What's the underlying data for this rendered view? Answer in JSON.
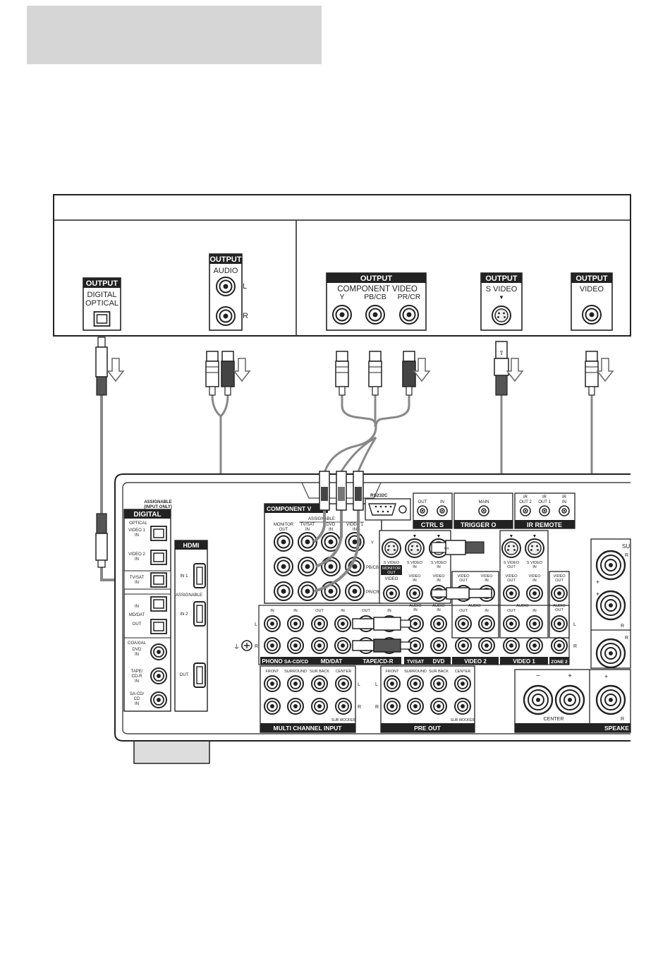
{
  "source_device": {
    "panel_a": {
      "digital_output": {
        "header": "OUTPUT",
        "line1": "DIGITAL",
        "line2": "OPTICAL"
      },
      "audio_output": {
        "header": "OUTPUT",
        "line1": "AUDIO",
        "left": "L",
        "right": "R"
      }
    },
    "panel_b": {
      "component_output": {
        "header": "OUTPUT",
        "line1": "COMPONENT VIDEO",
        "y": "Y",
        "pb": "PB/CB",
        "pr": "PR/CR"
      },
      "svideo_output": {
        "header": "OUTPUT",
        "line1": "S VIDEO",
        "arrow": "▼"
      },
      "video_output": {
        "header": "OUTPUT",
        "line1": "VIDEO"
      }
    }
  },
  "receiver": {
    "digital": {
      "assignable": "ASSIGNABLE",
      "input_only": "(INPUT ONLY)",
      "title": "DIGITAL",
      "optical": "OPTICAL",
      "video1_in": [
        "VIDEO 1",
        "IN"
      ],
      "video2_in": [
        "VIDEO 2",
        "IN"
      ],
      "tvsat_in": [
        "TV/SAT",
        "IN"
      ],
      "mddat_in": "IN",
      "mddat": "MD/DAT",
      "mddat_out": "OUT",
      "coaxial": "COAXIAL",
      "dvd_in": [
        "DVD",
        "IN"
      ],
      "tape_in": [
        "TAPE/",
        "CD-R",
        "IN"
      ],
      "sacd_in": [
        "SA-CD/",
        "CD",
        "IN"
      ]
    },
    "hdmi": {
      "title": "HDMI",
      "in1": "IN 1",
      "assignable": "ASSIGNABLE",
      "in2": "IN 2",
      "out": "OUT"
    },
    "component": {
      "title": "COMPONENT V",
      "assignable": "ASSIGNABLE",
      "monitor_out": [
        "MONITOR",
        "OUT"
      ],
      "tvsat_in": [
        "TV/SAT",
        "IN"
      ],
      "dvd_in": [
        "DVD",
        "IN"
      ],
      "video1_in": [
        "VIDEO 1",
        "IN"
      ],
      "y": "Y",
      "pb": "PB/CB",
      "pr": "PR/CR"
    },
    "rs232c": "RS232C",
    "ctrl_s": {
      "title": "CTRL S",
      "out": "OUT",
      "in": "IN"
    },
    "trigger": {
      "title": "TRIGGER O",
      "main": "MAIN"
    },
    "ir_remote": {
      "title": "IR REMOTE",
      "out2": [
        "IR",
        "OUT 2"
      ],
      "out1": [
        "IR",
        "OUT 1"
      ],
      "in": [
        "IR",
        "IN"
      ]
    },
    "audio_labels": {
      "l": "L",
      "r": "R",
      "in": "IN",
      "out": "OUT",
      "phono": "PHONO",
      "sacd": "SA-CD/CD",
      "mddat": "MD/DAT",
      "tape": "TAPE/CD-R",
      "tvsat": "TV/SAT",
      "dvd": "DVD",
      "video2": "VIDEO 2",
      "video1": "VIDEO 1",
      "zone2": "ZONE 2"
    },
    "video_labels": {
      "svideo": "S VIDEO",
      "monitor_out": [
        "MONITOR",
        "OUT"
      ],
      "video": "VIDEO",
      "in": "IN",
      "out": "OUT",
      "audio": "AUDIO",
      "video_out": [
        "VIDEO",
        "OUT"
      ],
      "video_in": [
        "VIDEO",
        "IN"
      ],
      "audio_in": [
        "AUDIO",
        "IN"
      ],
      "audio_out": [
        "AUDIO",
        "OUT"
      ],
      "svideo_out": [
        "S VIDEO",
        "OUT"
      ],
      "svideo_in": [
        "S VIDEO",
        "IN"
      ]
    },
    "multi_channel": {
      "title": "MULTI CHANNEL INPUT",
      "front": "FRONT",
      "surround": "SURROUND",
      "sur_back": "SUR BACK",
      "center": "CENTER",
      "sub_woofer": "SUB WOOFER"
    },
    "pre_out": {
      "title": "PRE OUT",
      "front": "FRONT",
      "surround": "SURROUND",
      "sur_back": "SUR BACK",
      "center": "CENTER",
      "sub_woofer": "SUB WOOFER"
    },
    "speakers": {
      "minus": "−",
      "plus": "+",
      "center": "CENTER",
      "title": "SPEAKE",
      "su": "SU",
      "r": "R"
    }
  }
}
